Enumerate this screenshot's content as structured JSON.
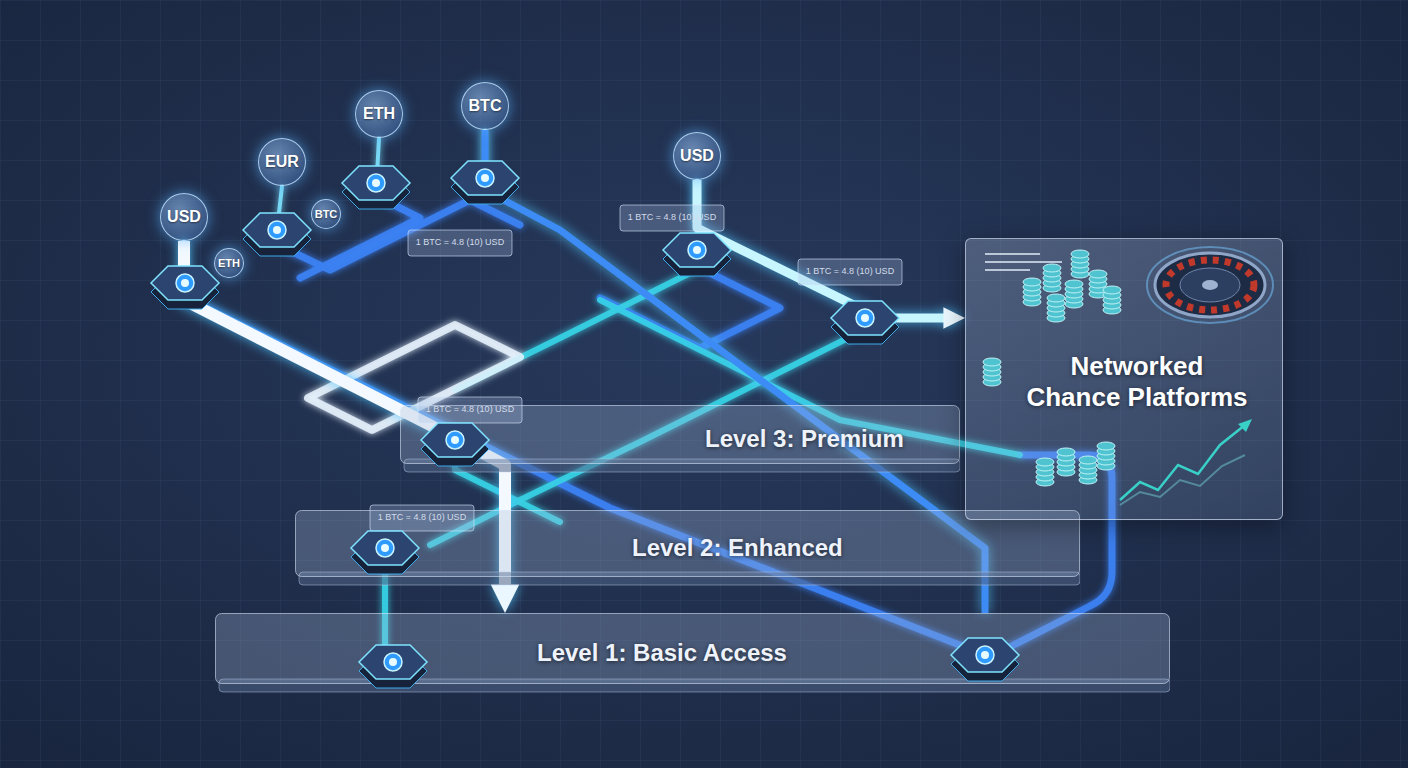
{
  "diagram": {
    "nodes": [
      {
        "text": [
          "USD"
        ]
      },
      {
        "text": [
          "EUR"
        ]
      },
      {
        "text": [
          "ETH"
        ]
      },
      {
        "text": [
          "BTC"
        ]
      },
      {
        "text": [
          "USD"
        ]
      },
      {
        "text": [
          "ETH"
        ]
      },
      {
        "text": [
          "BTC"
        ]
      },
      {
        "text": [
          "Networked Chance Platforms"
        ]
      },
      {
        "text": [
          "Level 3: Premium"
        ]
      },
      {
        "text": [
          "Level 2: Enhanced"
        ]
      },
      {
        "text": [
          "Level 1: Basic Access"
        ]
      }
    ],
    "edges": [
      {
        "from": 4,
        "to": 7,
        "arrow": "to"
      },
      {
        "from": 0,
        "to": 10,
        "arrow": "to"
      },
      {
        "from": 3,
        "to": 10,
        "arrow": "none"
      }
    ],
    "labels": [
      "1 BTC = 4.8 (10) USD",
      "1 BTC = 4.8 (10) USD",
      "1 BTC = 4.8 (10) USD",
      "1 BTC = 4.8 (10) USD",
      "1 BTC = 4.8 (10) USD"
    ]
  }
}
